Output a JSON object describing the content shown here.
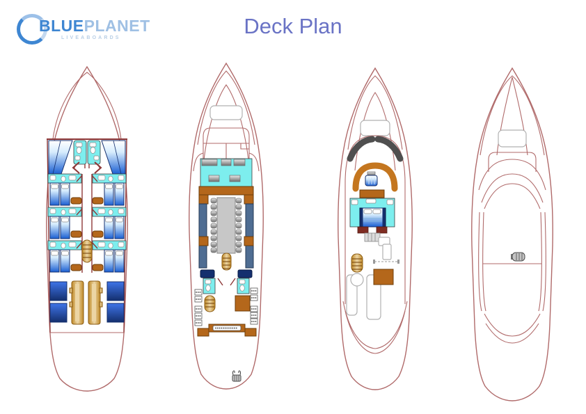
{
  "header": {
    "logo": {
      "word_primary": "BLUE",
      "word_secondary": "PLANET",
      "tagline": "LIVEABOARDS"
    },
    "title": "Deck Plan"
  },
  "colors": {
    "title_text": "#6a73c5",
    "logo_blue": "#3e86d2",
    "logo_blue_light": "#9fc0e4",
    "logo_tagline": "#b9cfe6",
    "hull_outline": "#b06a6a",
    "wall_maroon": "#8e3838",
    "cyan_floor": "#7deeee",
    "bed_blue": "#1b5fd2",
    "bed_blue_light": "#d6ecfd",
    "navy": "#142f6e",
    "solid_blue": "#1540c4",
    "solid_blue_light": "#3f74e8",
    "brown": "#b4671b",
    "brown_dark": "#6e3d08",
    "tan": "#d9a33c",
    "tan_light": "#ecd5a4",
    "slate_bench": "#4f6d92",
    "table_gray": "#c7c7c7",
    "windshield_gray": "#4f4f4f"
  }
}
